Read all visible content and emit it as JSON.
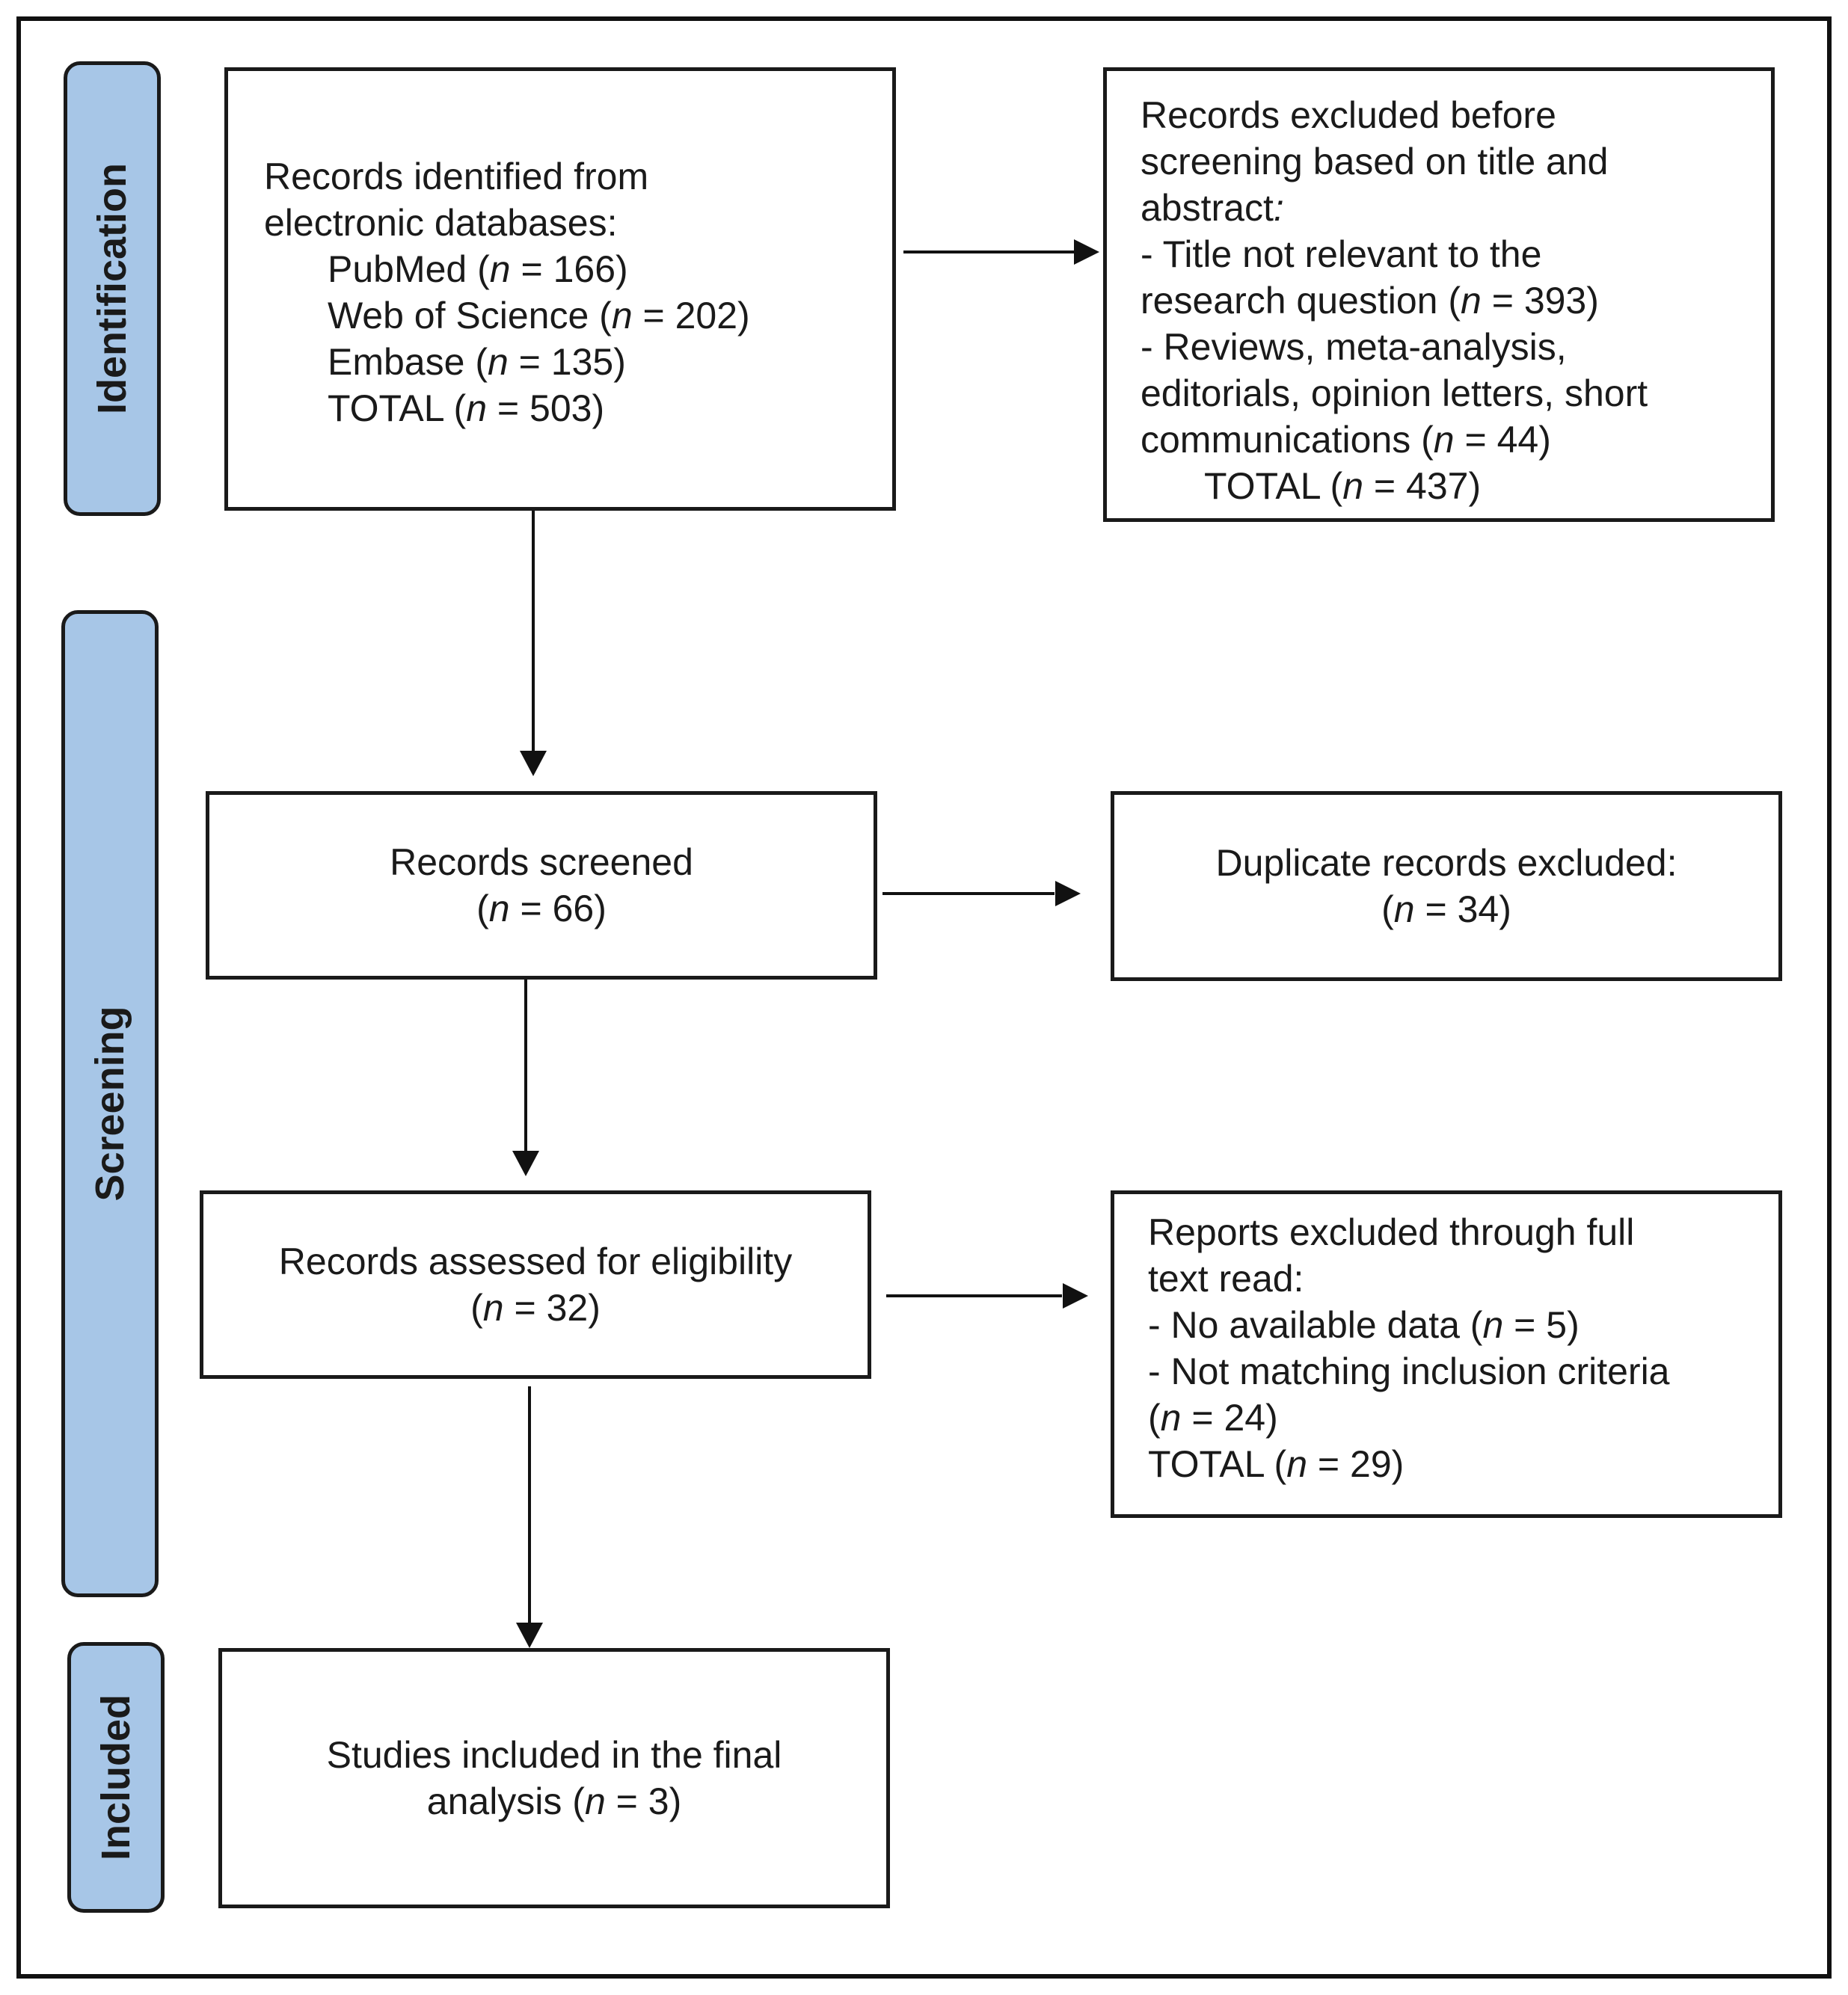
{
  "stages": {
    "identification": "Identification",
    "screening": "Screening",
    "included": "Included"
  },
  "identified": {
    "heading_1": "Records identified from",
    "heading_2": "electronic databases:",
    "pubmed_label": "PubMed (",
    "pubmed_value": "166",
    "wos_label": "Web of Science (",
    "wos_value": "202",
    "embase_label": "Embase (",
    "embase_value": "135",
    "total_label": "TOTAL (",
    "total_value": "503"
  },
  "excluded_before": {
    "line_1": "Records excluded before",
    "line_2": "screening based on title and",
    "line_3": "abstract",
    "line_3_colon": ":",
    "reason_1a": "- Title not relevant to the",
    "reason_1b": "research question (",
    "reason_1_value": "393",
    "reason_2a": "- Reviews, meta-analysis,",
    "reason_2b": "editorials, opinion letters, short",
    "reason_2c": "communications (",
    "reason_2_value": "44",
    "total_label": "TOTAL (",
    "total_value": "437"
  },
  "screened": {
    "label": "Records screened",
    "value": "66"
  },
  "duplicates": {
    "label": "Duplicate records excluded:",
    "value": "34"
  },
  "eligibility": {
    "label": "Records assessed for eligibility",
    "value": "32"
  },
  "excluded_fulltext": {
    "line_1": "Reports excluded through full",
    "line_2": "text read:",
    "reason_1": "- No available data (",
    "reason_1_value": "5",
    "reason_2": "- Not matching inclusion criteria",
    "reason_2_value": "24",
    "total_label": "TOTAL (",
    "total_value": "29"
  },
  "included": {
    "line_1": "Studies included in the final",
    "line_2": "analysis (",
    "value": "3"
  },
  "symbols": {
    "n": "n",
    "eq": " = ",
    "close": ")",
    "open": "("
  }
}
